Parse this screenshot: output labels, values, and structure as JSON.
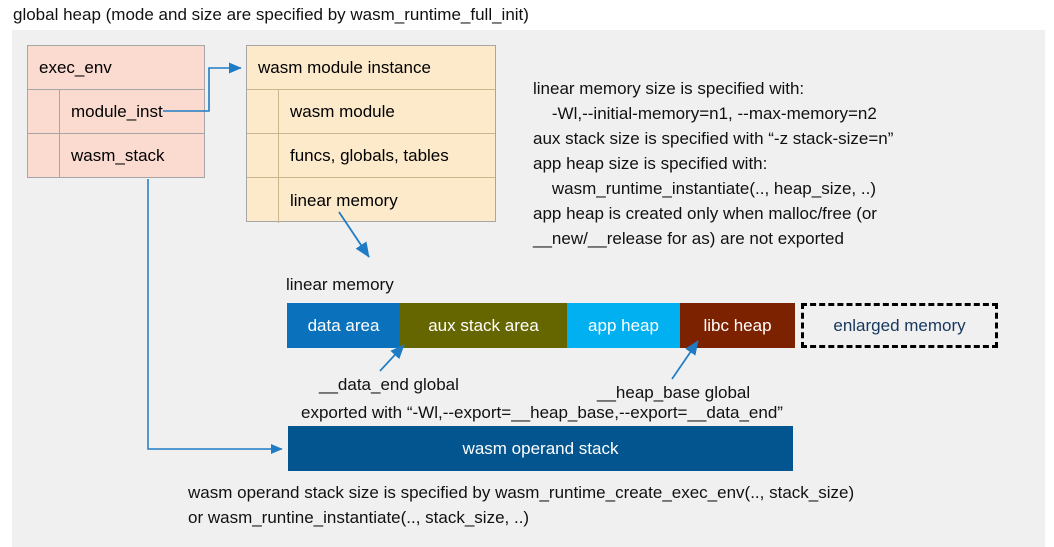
{
  "title": "global heap (mode and size are specified by wasm_runtime_full_init)",
  "colors": {
    "canvas_bg": "#f0f0f0",
    "exec_env_fill": "#fbdbd0",
    "module_inst_fill": "#fdeacb",
    "data_area": "#0a72bd",
    "aux_stack_area": "#666600",
    "app_heap": "#00b0f0",
    "libc_heap": "#7d2200",
    "enlarged_memory_text": "#17375e",
    "operand_stack": "#03558f",
    "arrow": "#1f7cc4"
  },
  "exec_env_box": {
    "name": "exec_env",
    "rows": [
      {
        "label": "exec_env",
        "indented": false
      },
      {
        "label": "module_inst",
        "indented": true
      },
      {
        "label": "wasm_stack",
        "indented": true
      }
    ]
  },
  "module_instance_box": {
    "rows": [
      {
        "label": "wasm module instance",
        "indented": false
      },
      {
        "label": "wasm module",
        "indented": true
      },
      {
        "label": "funcs, globals, tables",
        "indented": true
      },
      {
        "label": "linear memory",
        "indented": true
      }
    ]
  },
  "right_note": "linear memory size is specified with:\n    -Wl,--initial-memory=n1, --max-memory=n2\naux stack size is specified with “-z stack-size=n”\napp heap size is specified with:\n    wasm_runtime_instantiate(.., heap_size, ..)\napp heap is created only when malloc/free (or\n__new/__release for as) are not exported",
  "linear_memory": {
    "label": "linear memory",
    "segments": [
      {
        "label": "data area",
        "color": "#0a72bd",
        "width": 113,
        "style": "solid"
      },
      {
        "label": "aux stack area",
        "color": "#666600",
        "width": 167,
        "style": "solid"
      },
      {
        "label": "app heap",
        "color": "#00b0f0",
        "width": 113,
        "style": "solid"
      },
      {
        "label": "libc heap",
        "color": "#7d2200",
        "width": 115,
        "style": "solid"
      },
      {
        "label": "enlarged memory",
        "color": "#f0f0f0",
        "width": 197,
        "style": "dashed"
      }
    ]
  },
  "annotations": {
    "data_end": "__data_end global",
    "heap_base": "__heap_base global",
    "exported": "exported with “-Wl,--export=__heap_base,--export=__data_end”"
  },
  "operand_stack": {
    "label": "wasm operand stack"
  },
  "bottom_note": "wasm operand stack size is specified by wasm_runtime_create_exec_env(.., stack_size)\nor wasm_runtine_instantiate(.., stack_size, ..)"
}
